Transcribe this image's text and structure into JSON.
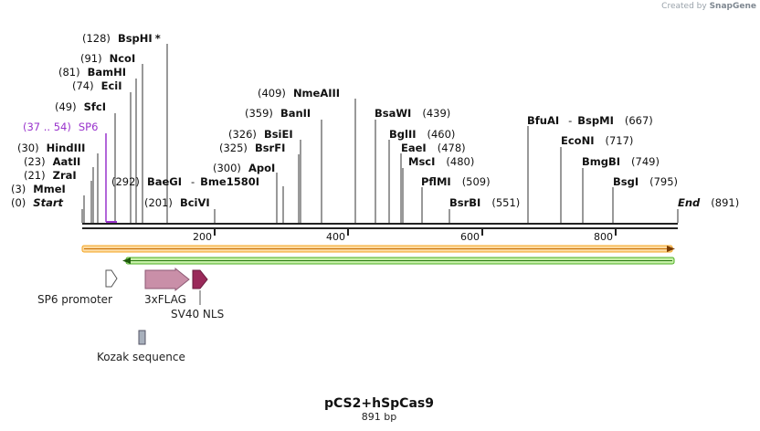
{
  "credit": {
    "prefix": "Created by",
    "brand": "SnapGene"
  },
  "map": {
    "title": "pCS2+hSpCas9",
    "length_label": "891 bp",
    "length": 891,
    "start_label": "Start",
    "start_pos": "(0)",
    "end_label": "End",
    "end_pos": "(891)",
    "ruler_ticks": [
      "200",
      "400",
      "600",
      "800"
    ],
    "sites": [
      {
        "name": "BspHI",
        "pos": "(128)",
        "bp": 128,
        "star": "*"
      },
      {
        "name": "NcoI",
        "pos": "(91)",
        "bp": 91
      },
      {
        "name": "BamHI",
        "pos": "(81)",
        "bp": 81
      },
      {
        "name": "EciI",
        "pos": "(74)",
        "bp": 74
      },
      {
        "name": "SfcI",
        "pos": "(49)",
        "bp": 49
      },
      {
        "name": "HindIII",
        "pos": "(30)",
        "bp": 30
      },
      {
        "name": "AatII",
        "pos": "(23)",
        "bp": 23
      },
      {
        "name": "ZraI",
        "pos": "(21)",
        "bp": 21
      },
      {
        "name": "MmeI",
        "pos": "(3)",
        "bp": 3
      },
      {
        "name": "BaeGI",
        "pos": "(292)",
        "bp": 292
      },
      {
        "name": "Bme1580I",
        "pos": "",
        "bp": 292
      },
      {
        "name": "BciVI",
        "pos": "(201)",
        "bp": 201
      },
      {
        "name": "ApoI",
        "pos": "(300)",
        "bp": 300
      },
      {
        "name": "BsrFI",
        "pos": "(325)",
        "bp": 325
      },
      {
        "name": "BsiEI",
        "pos": "(326)",
        "bp": 326
      },
      {
        "name": "BanII",
        "pos": "(359)",
        "bp": 359
      },
      {
        "name": "NmeAIII",
        "pos": "(409)",
        "bp": 409
      },
      {
        "name": "BsaWI",
        "pos": "(439)",
        "bp": 439
      },
      {
        "name": "BglII",
        "pos": "(460)",
        "bp": 460
      },
      {
        "name": "EaeI",
        "pos": "(478)",
        "bp": 478
      },
      {
        "name": "MscI",
        "pos": "(480)",
        "bp": 480
      },
      {
        "name": "PflMI",
        "pos": "(509)",
        "bp": 509
      },
      {
        "name": "BsrBI",
        "pos": "(551)",
        "bp": 551
      },
      {
        "name": "BfuAI",
        "pos": "",
        "bp": 667
      },
      {
        "name": "BspMI",
        "pos": "(667)",
        "bp": 667
      },
      {
        "name": "EcoNI",
        "pos": "(717)",
        "bp": 717
      },
      {
        "name": "BmgBI",
        "pos": "(749)",
        "bp": 749
      },
      {
        "name": "BsgI",
        "pos": "(795)",
        "bp": 795
      }
    ],
    "primer": {
      "name": "SP6",
      "range": "(37 .. 54)",
      "color": "#9933cc"
    },
    "features": [
      {
        "name": "SP6 promoter",
        "color": "#ffffff"
      },
      {
        "name": "3xFLAG",
        "color": "#c98fa8"
      },
      {
        "name": "SV40 NLS",
        "color": "#9a2a5a"
      },
      {
        "name": "Kozak sequence",
        "color": "#a8b0bc"
      }
    ],
    "orf_colors": {
      "forward": "#f5a623",
      "reverse": "#4caf22"
    }
  }
}
